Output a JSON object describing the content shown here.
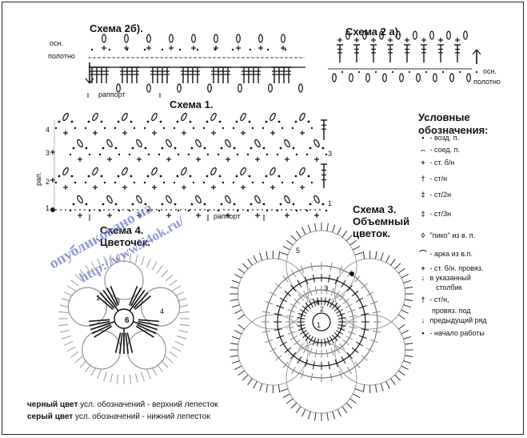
{
  "titles": {
    "scheme_2b": "Схема 2б).",
    "scheme_2a": "Схема 2 а).",
    "scheme_1": "Схема 1.",
    "scheme_4_line1": "Схема 4.",
    "scheme_4_line2": "Цветочек.",
    "scheme_3_line1": "Схема 3.",
    "scheme_3_line2": "Объемный",
    "scheme_3_line3": "цветок."
  },
  "labels": {
    "osn_2b": "осн.",
    "polotno_2b": "полотно",
    "osn_2a": "осн.",
    "polotno_2a": "полотно",
    "rapport_2b": "раппорт",
    "rapport_1": "раппорт",
    "rap": "рап."
  },
  "row_numbers_left": [
    "4",
    "3",
    "2",
    "1"
  ],
  "row_numbers_right": [
    "3",
    "1"
  ],
  "flower3_rounds": [
    "1",
    "2",
    "3",
    "4",
    "5"
  ],
  "flower4_rounds": [
    "1",
    "3",
    "4",
    "6"
  ],
  "legend": {
    "heading_1": "Условные",
    "heading_2": "обозначения:",
    "items": [
      {
        "symbol": "•",
        "text": "- возд. п."
      },
      {
        "symbol": "⌢",
        "text": "- соед. п."
      },
      {
        "symbol": "+",
        "text": "- ст. б/н"
      },
      {
        "symbol": "†",
        "text": "- ст/н"
      },
      {
        "symbol": "‡",
        "text": "- ст/2н"
      },
      {
        "symbol": "‡",
        "text": "- ст/3н"
      },
      {
        "symbol": "◊",
        "text": "\"пико\" из в. п."
      },
      {
        "symbol": "⌒",
        "text": "- арка из в.п."
      },
      {
        "symbol": "+",
        "text": "- ст. б/н. провяз."
      },
      {
        "symbol": "↓",
        "text": "в указанный"
      },
      {
        "symbol": "",
        "text": "столбик"
      },
      {
        "symbol": "†",
        "text": "- ст/н,"
      },
      {
        "symbol": "",
        "text": "провяз. под"
      },
      {
        "symbol": "↓",
        "text": "предыдущий ряд"
      },
      {
        "symbol": "•",
        "text": "- начало работы"
      }
    ]
  },
  "watermark": {
    "line1": "опубликовано на",
    "line2": "http://www.li4ok.ru/"
  },
  "captions": {
    "black_bold": "черный цвет",
    "black_text": "усл. обозначений - верхний лепесток",
    "gray_bold": "серый цвет",
    "gray_text": "усл. обозначений - нижний лепесток"
  }
}
